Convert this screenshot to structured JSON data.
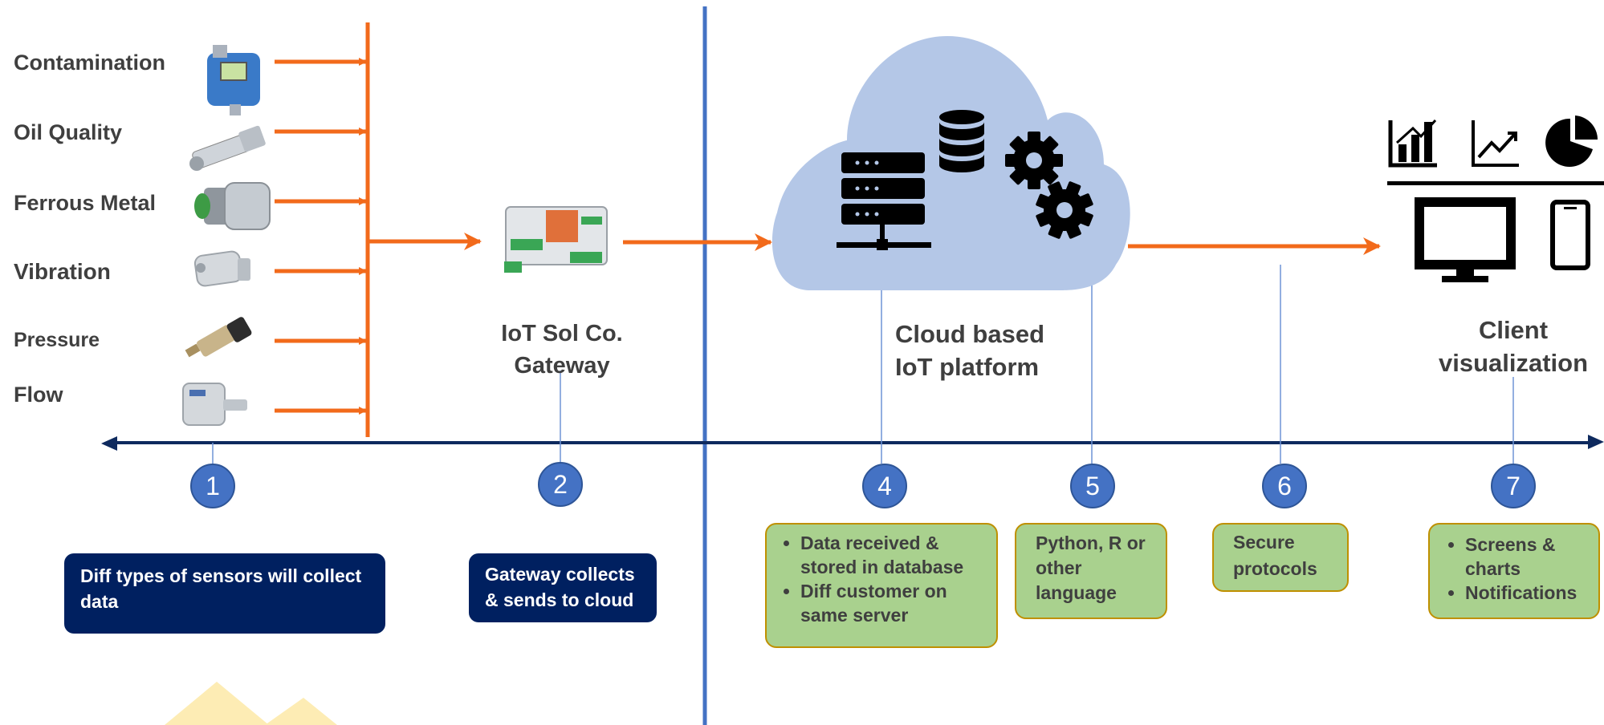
{
  "sensors": {
    "contamination": "Contamination",
    "oil_quality": "Oil Quality",
    "ferrous_metal": "Ferrous Metal",
    "vibration": "Vibration",
    "pressure": "Pressure",
    "flow": "Flow"
  },
  "gateway": {
    "line1": "IoT Sol Co.",
    "line2": "Gateway"
  },
  "cloud": {
    "line1": "Cloud based",
    "line2": "IoT platform"
  },
  "client": {
    "line1": "Client",
    "line2": "visualization"
  },
  "steps": [
    {
      "number": "1",
      "text": "Diff types of sensors will collect data"
    },
    {
      "number": "2",
      "text": "Gateway collects & sends to cloud"
    },
    {
      "number": "4",
      "bullets": [
        "Data received & stored in database",
        "Diff customer on same server"
      ]
    },
    {
      "number": "5",
      "text": "Python, R or other language"
    },
    {
      "number": "6",
      "text": "Secure protocols"
    },
    {
      "number": "7",
      "bullets": [
        "Screens & charts",
        "Notifications"
      ]
    }
  ],
  "colors": {
    "arrow_orange": "#f26a1b",
    "timeline_navy": "#0e2a5e",
    "divider_blue": "#4472c4",
    "cloud_fill": "#b4c7e7",
    "circle_blue": "#4472c4",
    "navy_box": "#002060",
    "green_box": "#a9d18e",
    "green_border": "#bf9000"
  },
  "icons": [
    "bar-chart-icon",
    "line-chart-icon",
    "pie-chart-icon",
    "monitor-icon",
    "phone-icon",
    "server-icon",
    "database-icon",
    "gear-icon"
  ]
}
